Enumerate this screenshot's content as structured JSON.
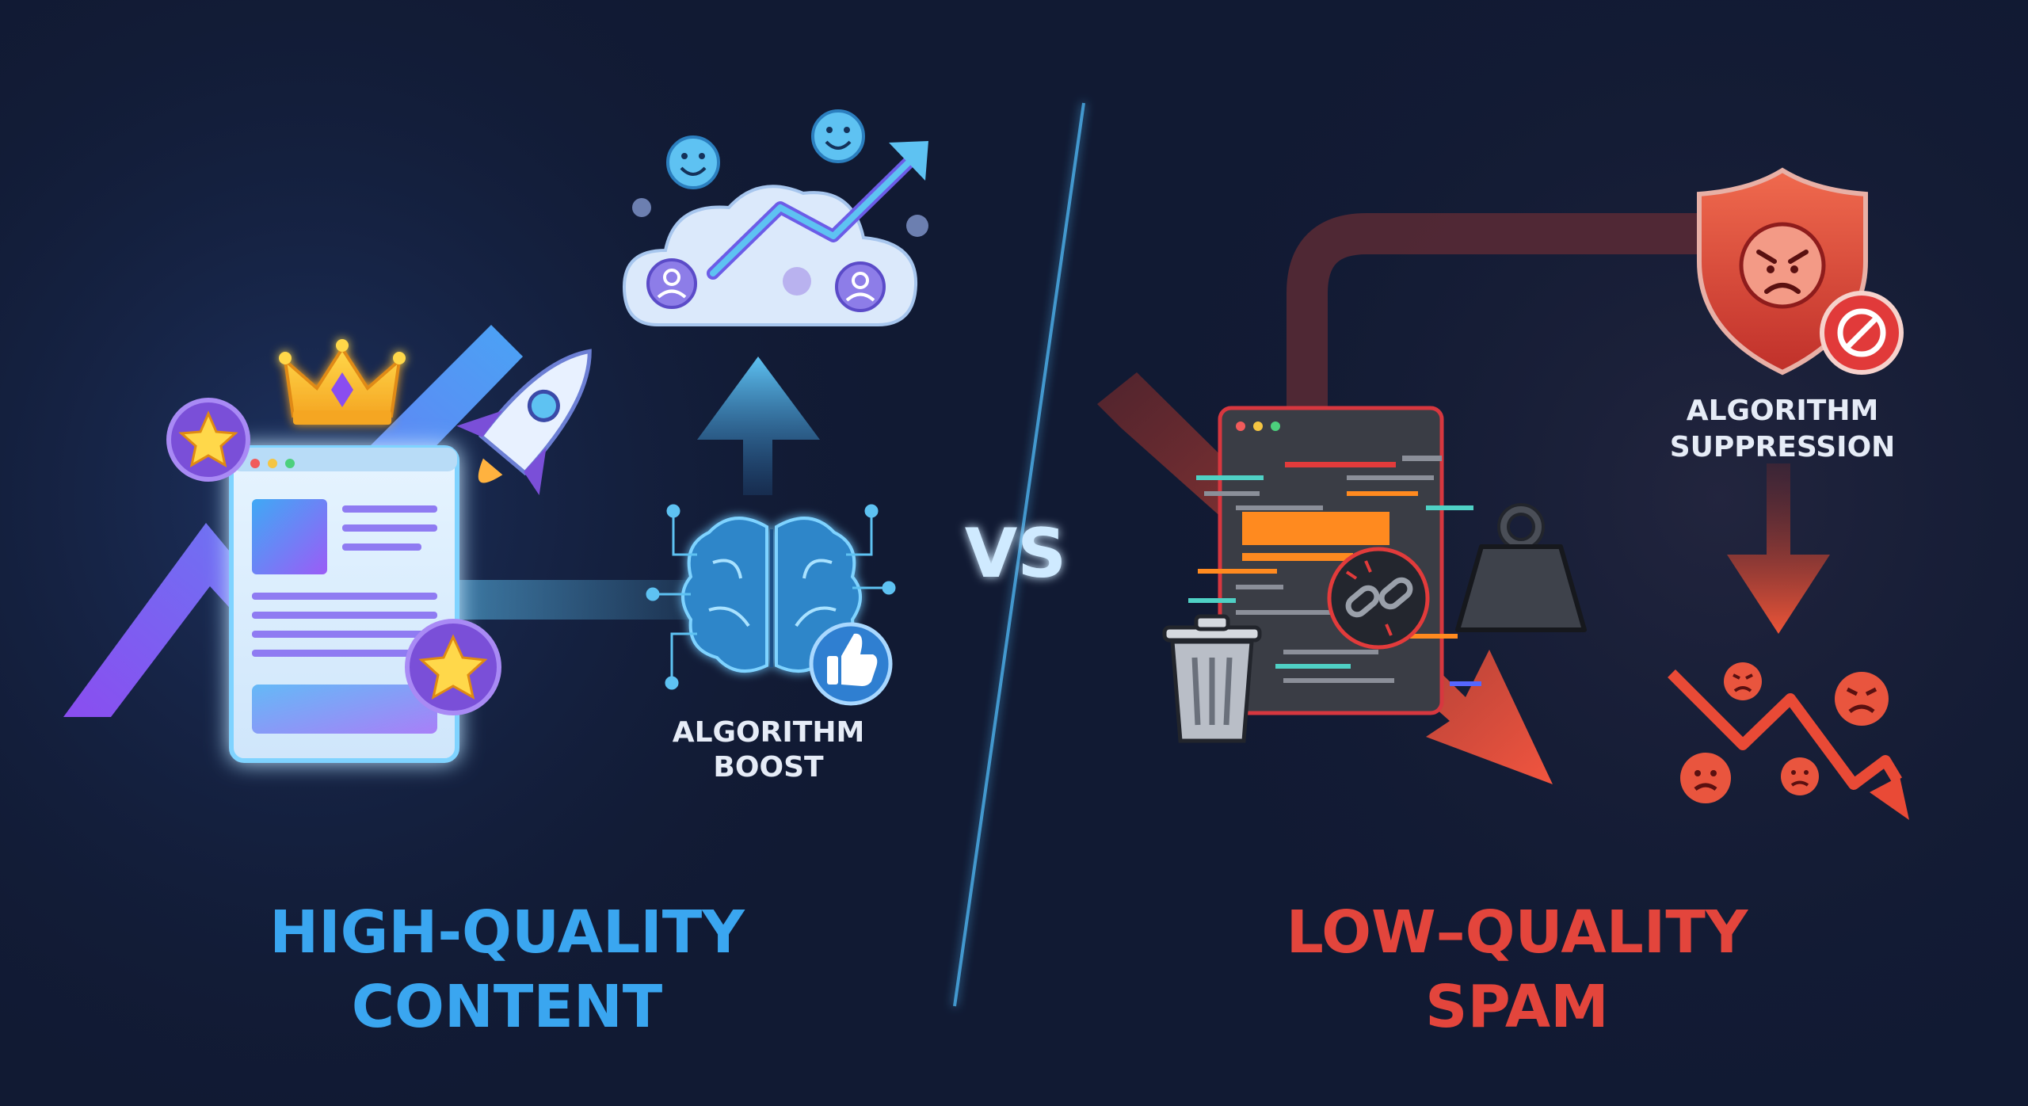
{
  "left_panel": {
    "title_line1": "HIGH-QUALITY",
    "title_line2": "CONTENT",
    "boost_line1": "ALGORITHM",
    "boost_line2": "BOOST",
    "title_color": "#3aa6f0"
  },
  "divider": {
    "vs_label": "VS"
  },
  "right_panel": {
    "title_line1": "LOW–QUALITY",
    "title_line2": "SPAM",
    "suppression_line1": "ALGORITHM",
    "suppression_line2": "SUPPRESSION",
    "title_color": "#e3453c"
  },
  "icons": [
    "crown-icon",
    "star-icon",
    "rocket-icon",
    "cloud-icon",
    "smiley-icon",
    "user-icon",
    "trend-up-arrow-icon",
    "brain-icon",
    "thumbs-up-icon",
    "shield-icon",
    "angry-face-icon",
    "prohibited-icon",
    "trash-can-icon",
    "weight-icon",
    "broken-link-icon",
    "trend-down-arrow-icon"
  ]
}
